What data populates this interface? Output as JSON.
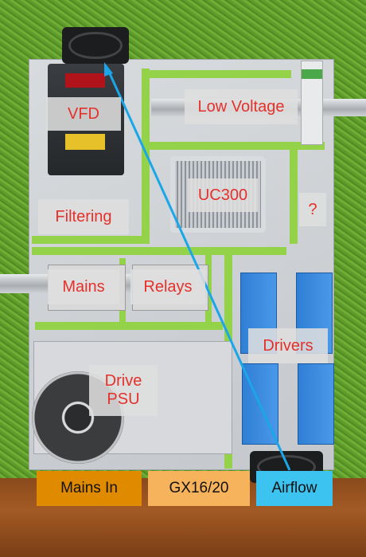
{
  "labels": {
    "vfd": "VFD",
    "low_voltage": "Low Voltage",
    "uc300": "UC300",
    "filtering": "Filtering",
    "unknown": "?",
    "mains": "Mains",
    "relays": "Relays",
    "drivers": "Drivers",
    "drive_psu": "Drive\nPSU"
  },
  "tags": {
    "mains_in": "Mains In",
    "gx16_20": "GX16/20",
    "airflow": "Airflow"
  },
  "colors": {
    "label_text": "#e4312b",
    "duct": "#94d24a",
    "airflow_arrow": "#1aa6e8",
    "mains_in_tag": "#e08a00",
    "gx_tag": "#f7b35b",
    "airflow_tag": "#3cc3ef"
  }
}
